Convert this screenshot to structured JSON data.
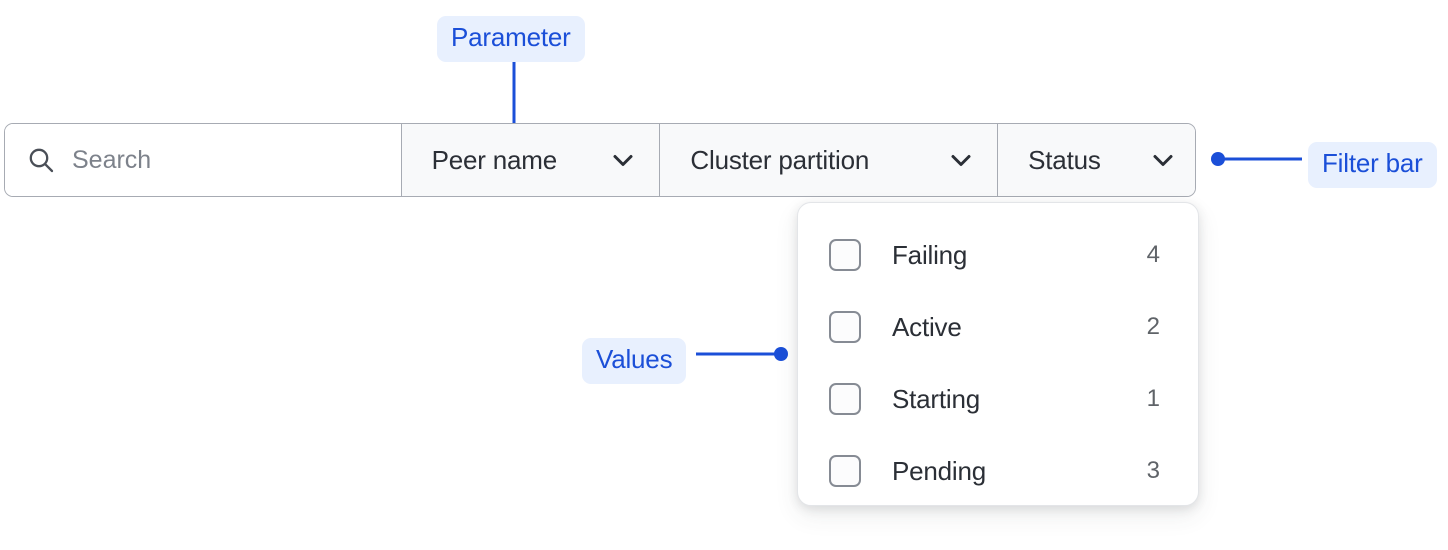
{
  "search": {
    "icon": "search-icon",
    "value": "",
    "placeholder": "Search"
  },
  "filters": [
    {
      "label": "Peer name",
      "icon": "chevron-down-icon",
      "expanded": false
    },
    {
      "label": "Cluster partition",
      "icon": "chevron-down-icon",
      "expanded": false
    },
    {
      "label": "Status",
      "icon": "chevron-down-icon",
      "expanded": true
    }
  ],
  "status_options": [
    {
      "label": "Failing",
      "count": "4",
      "checked": false
    },
    {
      "label": "Active",
      "count": "2",
      "checked": false
    },
    {
      "label": "Starting",
      "count": "1",
      "checked": false
    },
    {
      "label": "Pending",
      "count": "3",
      "checked": false
    }
  ],
  "annotations": {
    "parameter": "Parameter",
    "values": "Values",
    "filter_bar": "Filter bar"
  },
  "colors": {
    "annotation_text": "#1b4fd8",
    "annotation_bg": "#e8f0fe",
    "annotation_line": "#1b4fd8",
    "bar_border": "#a7abb3",
    "dropdown_cell_bg": "#f8f9fa",
    "label_text": "#2b2f36",
    "placeholder_text": "#7d828b",
    "count_text": "#5f6368",
    "checkbox_border": "#868b94"
  }
}
